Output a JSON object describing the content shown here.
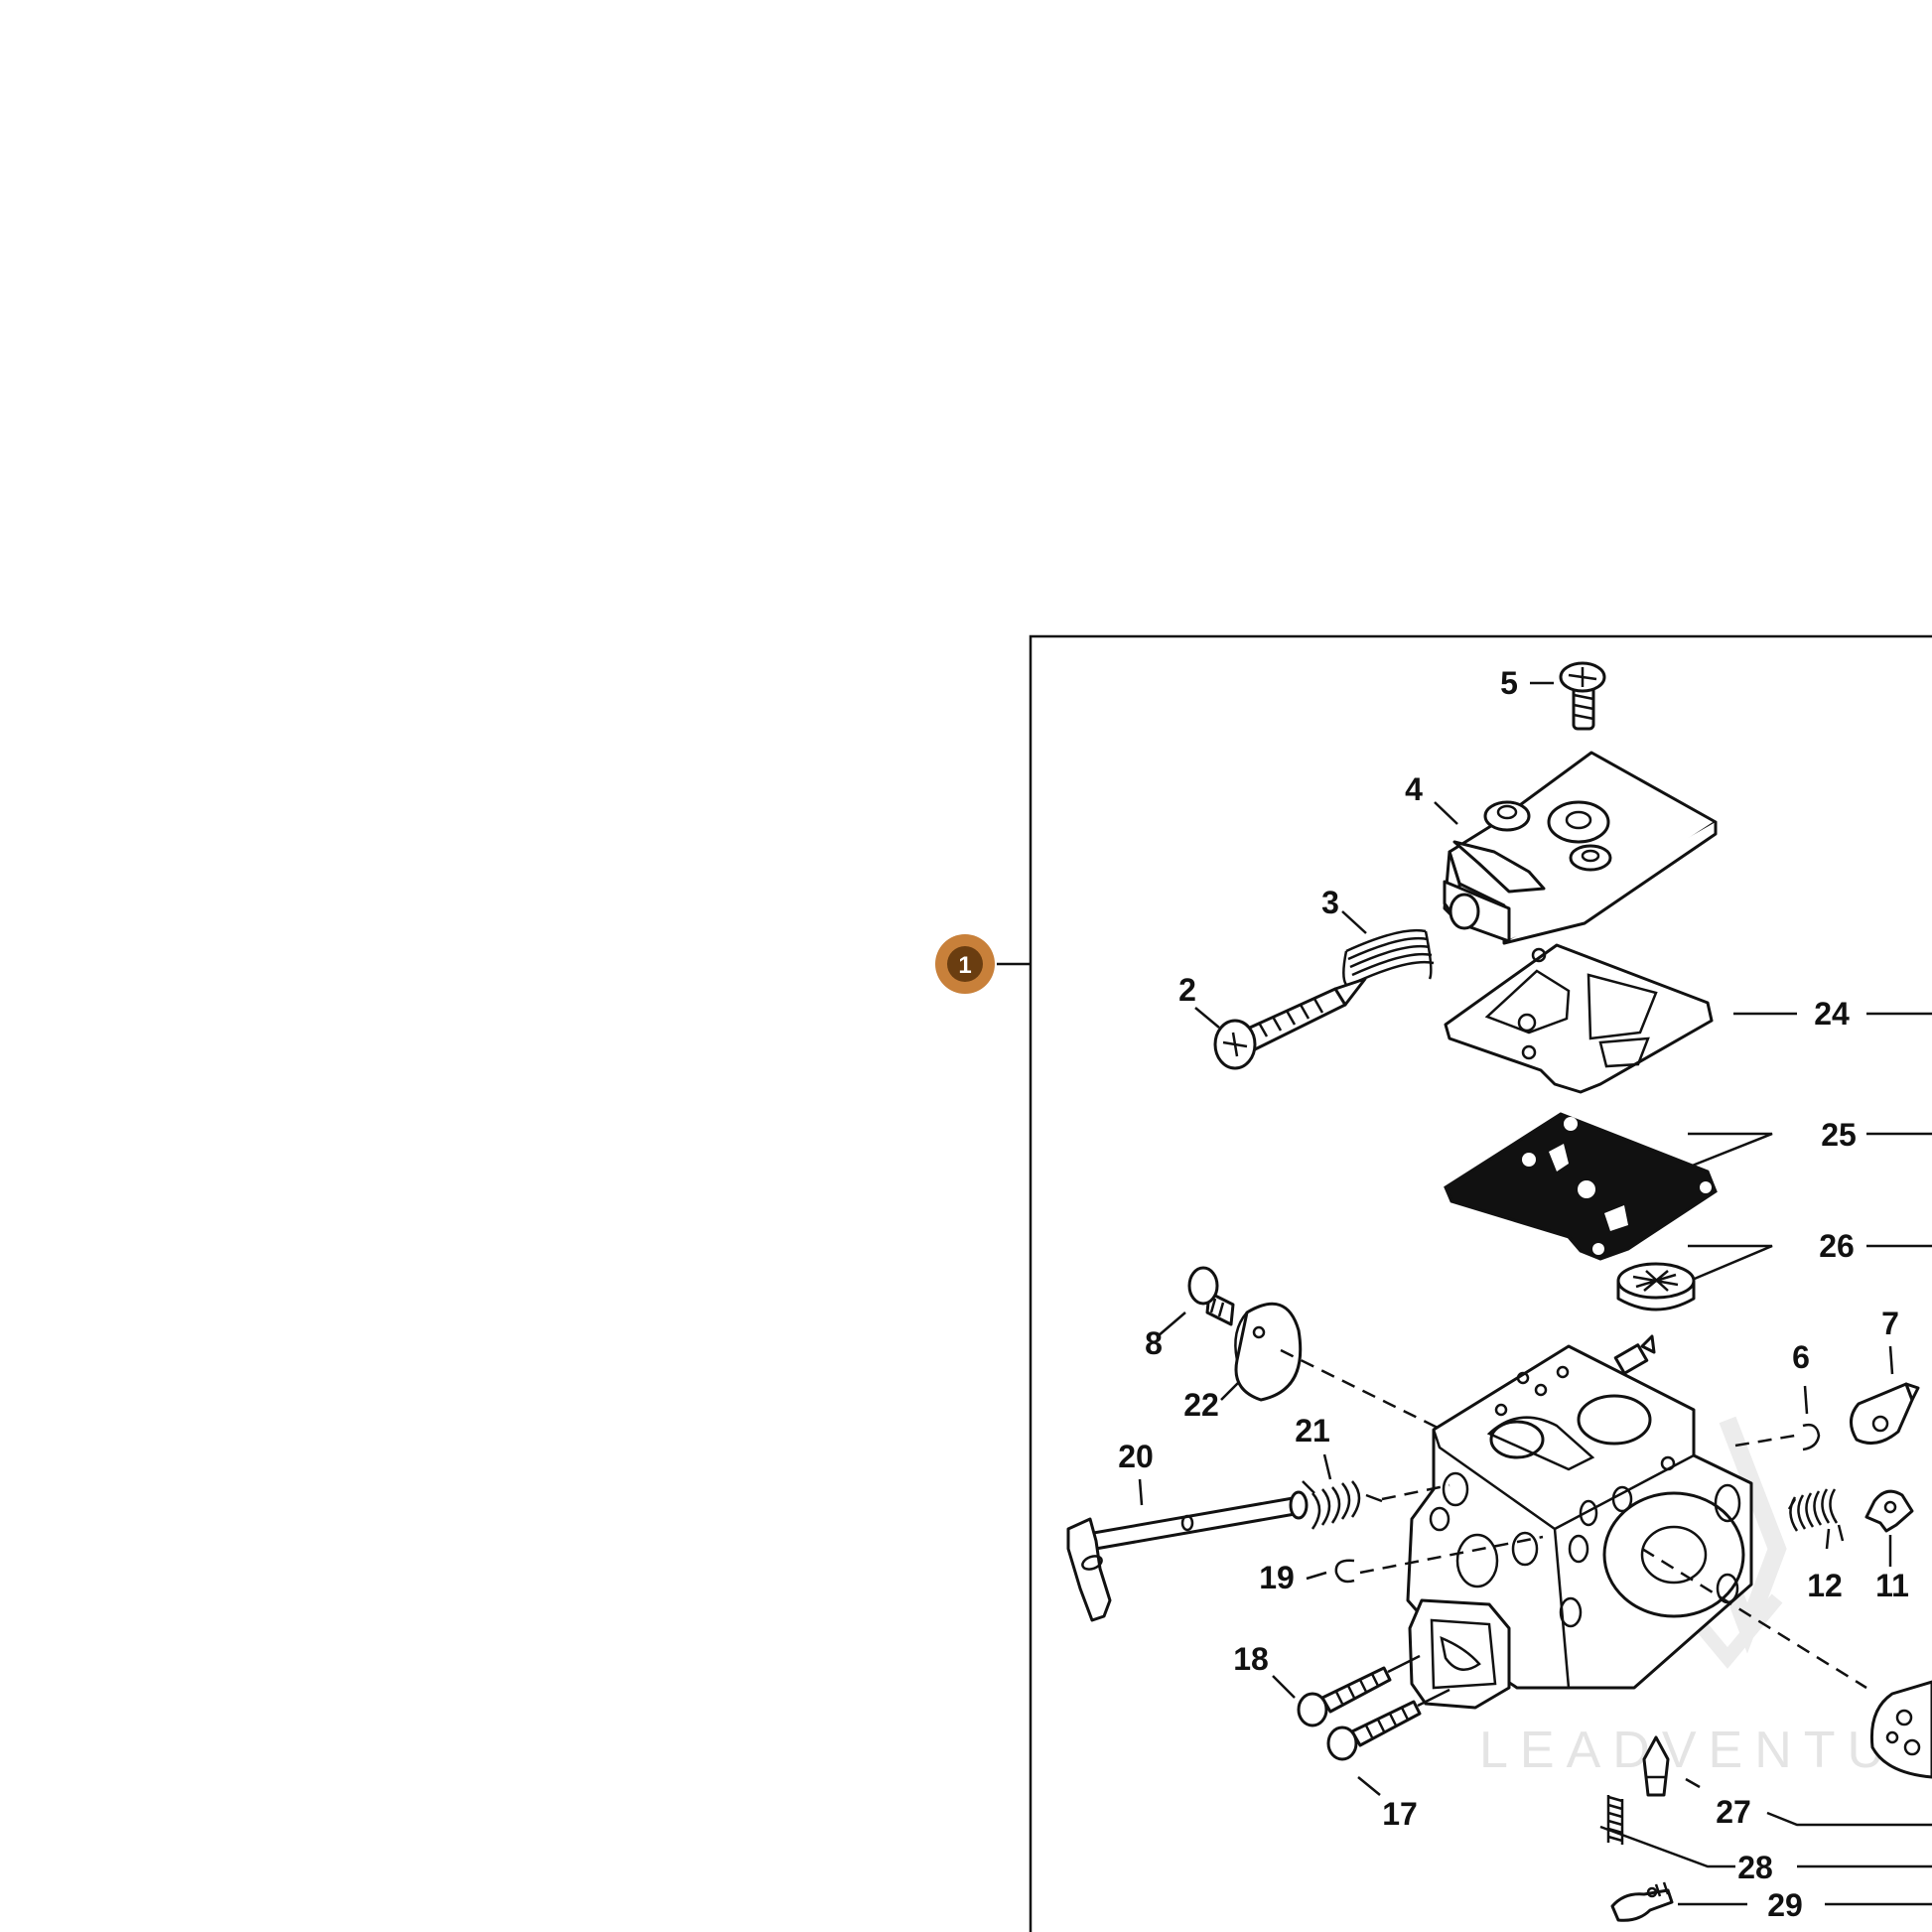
{
  "hotspot": {
    "label": "1"
  },
  "callouts": [
    "2",
    "3",
    "4",
    "5",
    "6",
    "7",
    "8",
    "11",
    "12",
    "17",
    "18",
    "19",
    "20",
    "21",
    "22",
    "24",
    "25",
    "26",
    "27",
    "28",
    "29"
  ],
  "watermark": "LEADVENTU",
  "colors": {
    "hotspot_fill": "#c8803a",
    "hotspot_core": "#6a3d10",
    "line": "#111111",
    "gasket_dark": "#111111",
    "watermark": "#e4e4e4"
  }
}
